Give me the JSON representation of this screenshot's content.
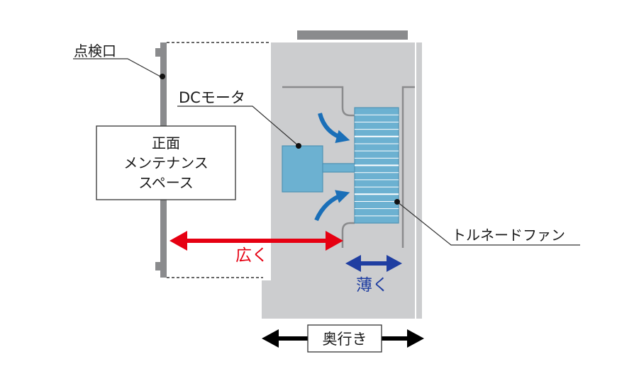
{
  "labels": {
    "inspection_port": "点検口",
    "dc_motor": "DCモータ",
    "front_maintenance": [
      "正面",
      "メンテナンス",
      "スペース"
    ],
    "tornado_fan": "トルネードファン",
    "wide": "広く",
    "thin": "薄く",
    "depth": "奥行き"
  },
  "colors": {
    "cabinet": "#cccdcf",
    "cabinet_panel": "#8a8b8d",
    "fan": "#6cb1d1",
    "fan_stroke": "#4e92b4",
    "airflow": "#1a6fb8",
    "wide_arrow": "#e60012",
    "thin_arrow": "#1f3ea1",
    "depth_arrow": "#000000",
    "duct": "#8a8b8d"
  }
}
